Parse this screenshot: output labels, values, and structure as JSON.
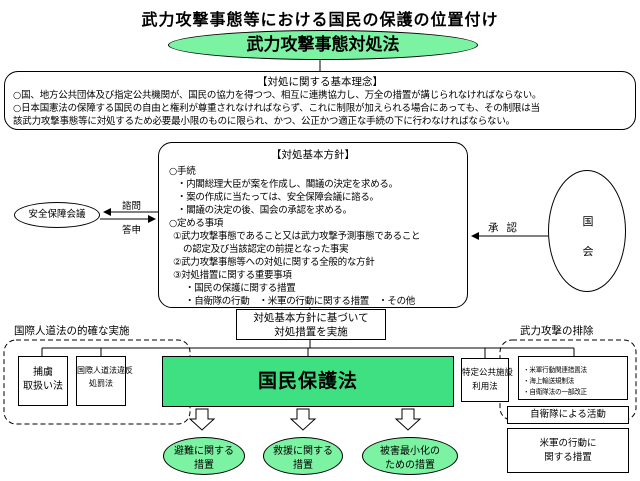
{
  "page_title": "武力攻撃事態等における国民の保護の位置付け",
  "main_law": "武力攻撃事態対処法",
  "basic_principles": {
    "title": "【対処に関する基本理念】",
    "line1": "○国、地方公共団体及び指定公共機関が、国民の協力を得つつ、相互に連携協力し、万全の措置が講じられなければならない。",
    "line2": "○日本国憲法の保障する国民の自由と権利が尊重されなければならず、これに制限が加えられる場合にあっても、その制限は当",
    "line3": "該武力攻撃事態等に対処するため必要最小限のものに限られ、かつ、公正かつ適正な手続の下に行わなければならない。"
  },
  "policy": {
    "title": "【対処基本方針】",
    "procedure_head": "○手続",
    "procedure_1": "・内閣総理大臣が案を作成し、閣議の決定を求める。",
    "procedure_2": "・案の作成に当たっては、安全保障会議に諮る。",
    "procedure_3": "・閣議の決定の後、国会の承認を求める。",
    "items_head": "○定める事項",
    "item_1a": "①武力攻撃事態であること又は武力攻撃予測事態であること",
    "item_1b": "の認定及び当該認定の前提となった事実",
    "item_2": "②武力攻撃事態等への対処に関する全般的な方針",
    "item_3": "③対処措置に関する重要事項",
    "item_3a": "・国民の保護に関する措置",
    "item_3b": "・自衛隊の行動　・米軍の行動に関する措置　・その他"
  },
  "security_council": "安全保障会議",
  "consult_label": "諮問",
  "report_label": "答申",
  "diet_1": "国",
  "diet_2": "会",
  "approval_label": "承認",
  "implementation_1": "対処基本方針に基づいて",
  "implementation_2": "対処措置を実施",
  "ihl_title": "国際人道法の的確な実施",
  "pow_law_1": "捕虜",
  "pow_law_2": "取扱い法",
  "ihl_law_1": "国際人道法違反",
  "ihl_law_2": "処罰法",
  "civil_protection_law": "国民保護法",
  "facility_law_1": "特定公共施設",
  "facility_law_2": "利用法",
  "exclusion_title": "武力攻撃の排除",
  "troop_items": {
    "a": "・米軍行動関連措置法",
    "b": "・海上輸送規制法",
    "c": "・自衛隊法の一部改正"
  },
  "sdf_activity": "自衛隊による活動",
  "us_action_1": "米軍の行動に",
  "us_action_2": "関する措置",
  "measures": {
    "evac_1": "避難に関する",
    "evac_2": "措置",
    "rescue_1": "救援に関する",
    "rescue_2": "措置",
    "min_1": "被害最小化の",
    "min_2": "ための措置"
  },
  "colors": {
    "light_green": "#7cf2a3",
    "green": "#3fe081",
    "black": "#000000",
    "white": "#ffffff"
  }
}
